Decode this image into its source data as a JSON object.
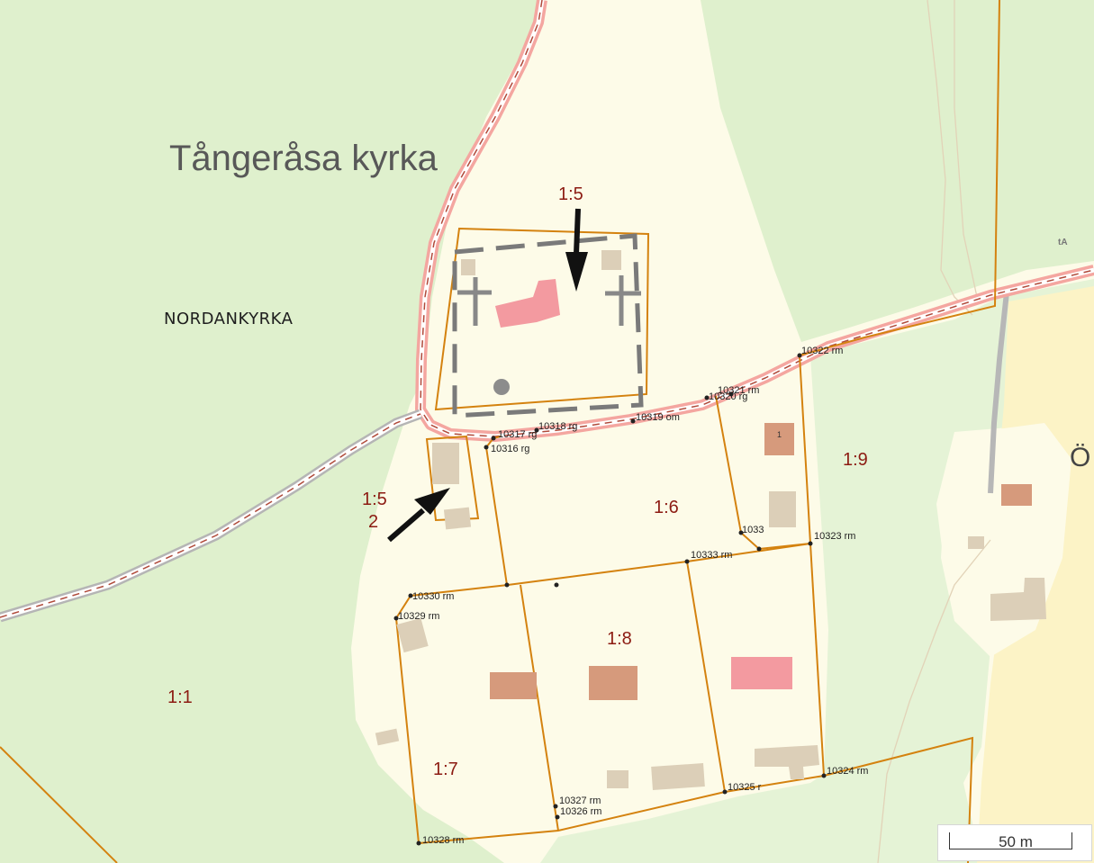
{
  "map": {
    "title": "Tångeråsa kyrka",
    "area_name": "NORDANKYRKA",
    "edge_letter": "Ö",
    "small_tag": "tA",
    "parcels": [
      "1:5",
      "1:5",
      "2",
      "1:6",
      "1:9",
      "1:8",
      "1:7",
      "1:1",
      "1"
    ],
    "points": [
      "10322 rm",
      "10321 rm",
      "10320 rg",
      "10319 om",
      "10318 rg",
      "10317 rg",
      "10316 rg",
      "1033",
      "10323 rm",
      "10333 rm",
      "10330 rm",
      "10329 rm",
      "10327 rm",
      "10326 rm",
      "10328 rm",
      "10325 r",
      "10324 rm"
    ],
    "scale_label": "50 m",
    "colors": {
      "forest": "#dff0cd",
      "open_land": "#fdfbe8",
      "field": "#fcf3c6",
      "road": "#f4a6a0",
      "boundary": "#d4820f",
      "parcel_text": "#8c1b12",
      "church": "#f39aa0"
    }
  }
}
